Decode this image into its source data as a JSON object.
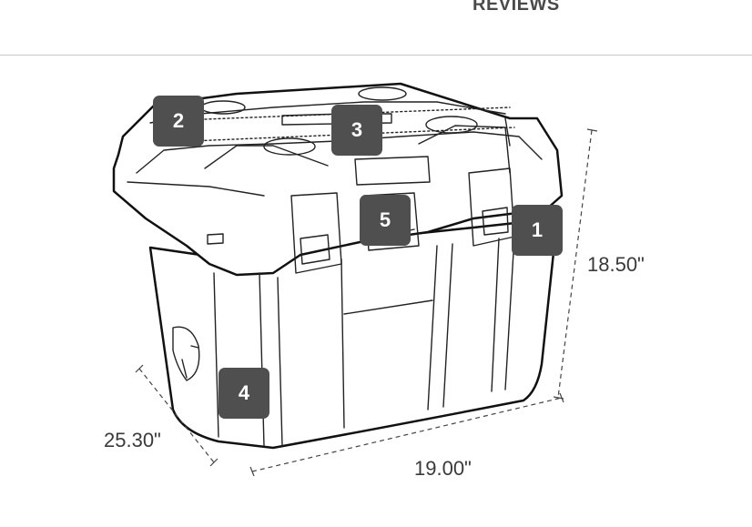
{
  "header": {
    "tab_label": "REVIEWS"
  },
  "diagram": {
    "hotspots": [
      {
        "number": "1"
      },
      {
        "number": "2"
      },
      {
        "number": "3"
      },
      {
        "number": "4"
      },
      {
        "number": "5"
      }
    ],
    "dimensions": {
      "height": "18.50\"",
      "depth": "25.30\"",
      "width": "19.00\""
    }
  }
}
